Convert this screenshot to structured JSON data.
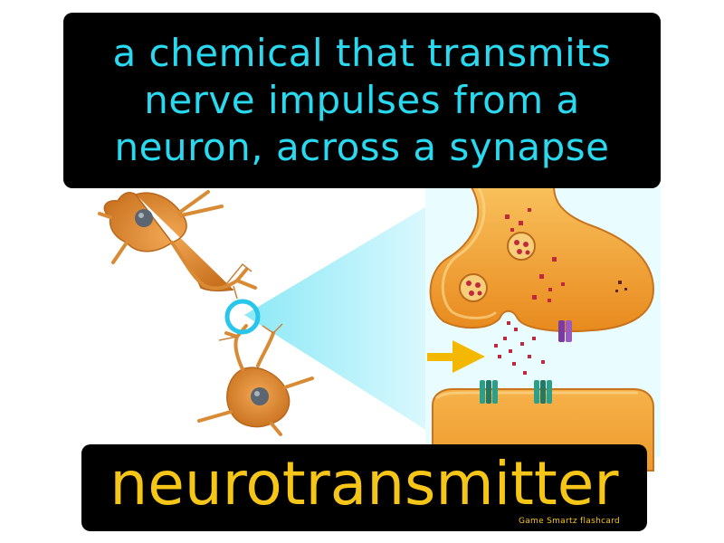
{
  "definition": "a chemical that transmits\nnerve impulses from a\nneuron, across a synapse",
  "term": "neurotransmitter",
  "credit": "Game Smartz  flashcard",
  "colors": {
    "definition_text": "#29d9ef",
    "term_text": "#f5c518",
    "box_background": "#000000",
    "neuron": "#e8963a",
    "synapse_terminal": "#f2a43c",
    "zoom_cone": "#bdf3fb",
    "highlight_ring": "#27c6ea",
    "arrow": "#f5b800",
    "vesicle_particle": "#c0283c",
    "receptor": "#2e9e88",
    "pump": "#7b3aa0"
  },
  "icons": [
    "neuron-cell-icon",
    "magnifier-ring-icon",
    "synaptic-terminal-icon",
    "receptor-channel-icon",
    "arrow-right-icon"
  ]
}
